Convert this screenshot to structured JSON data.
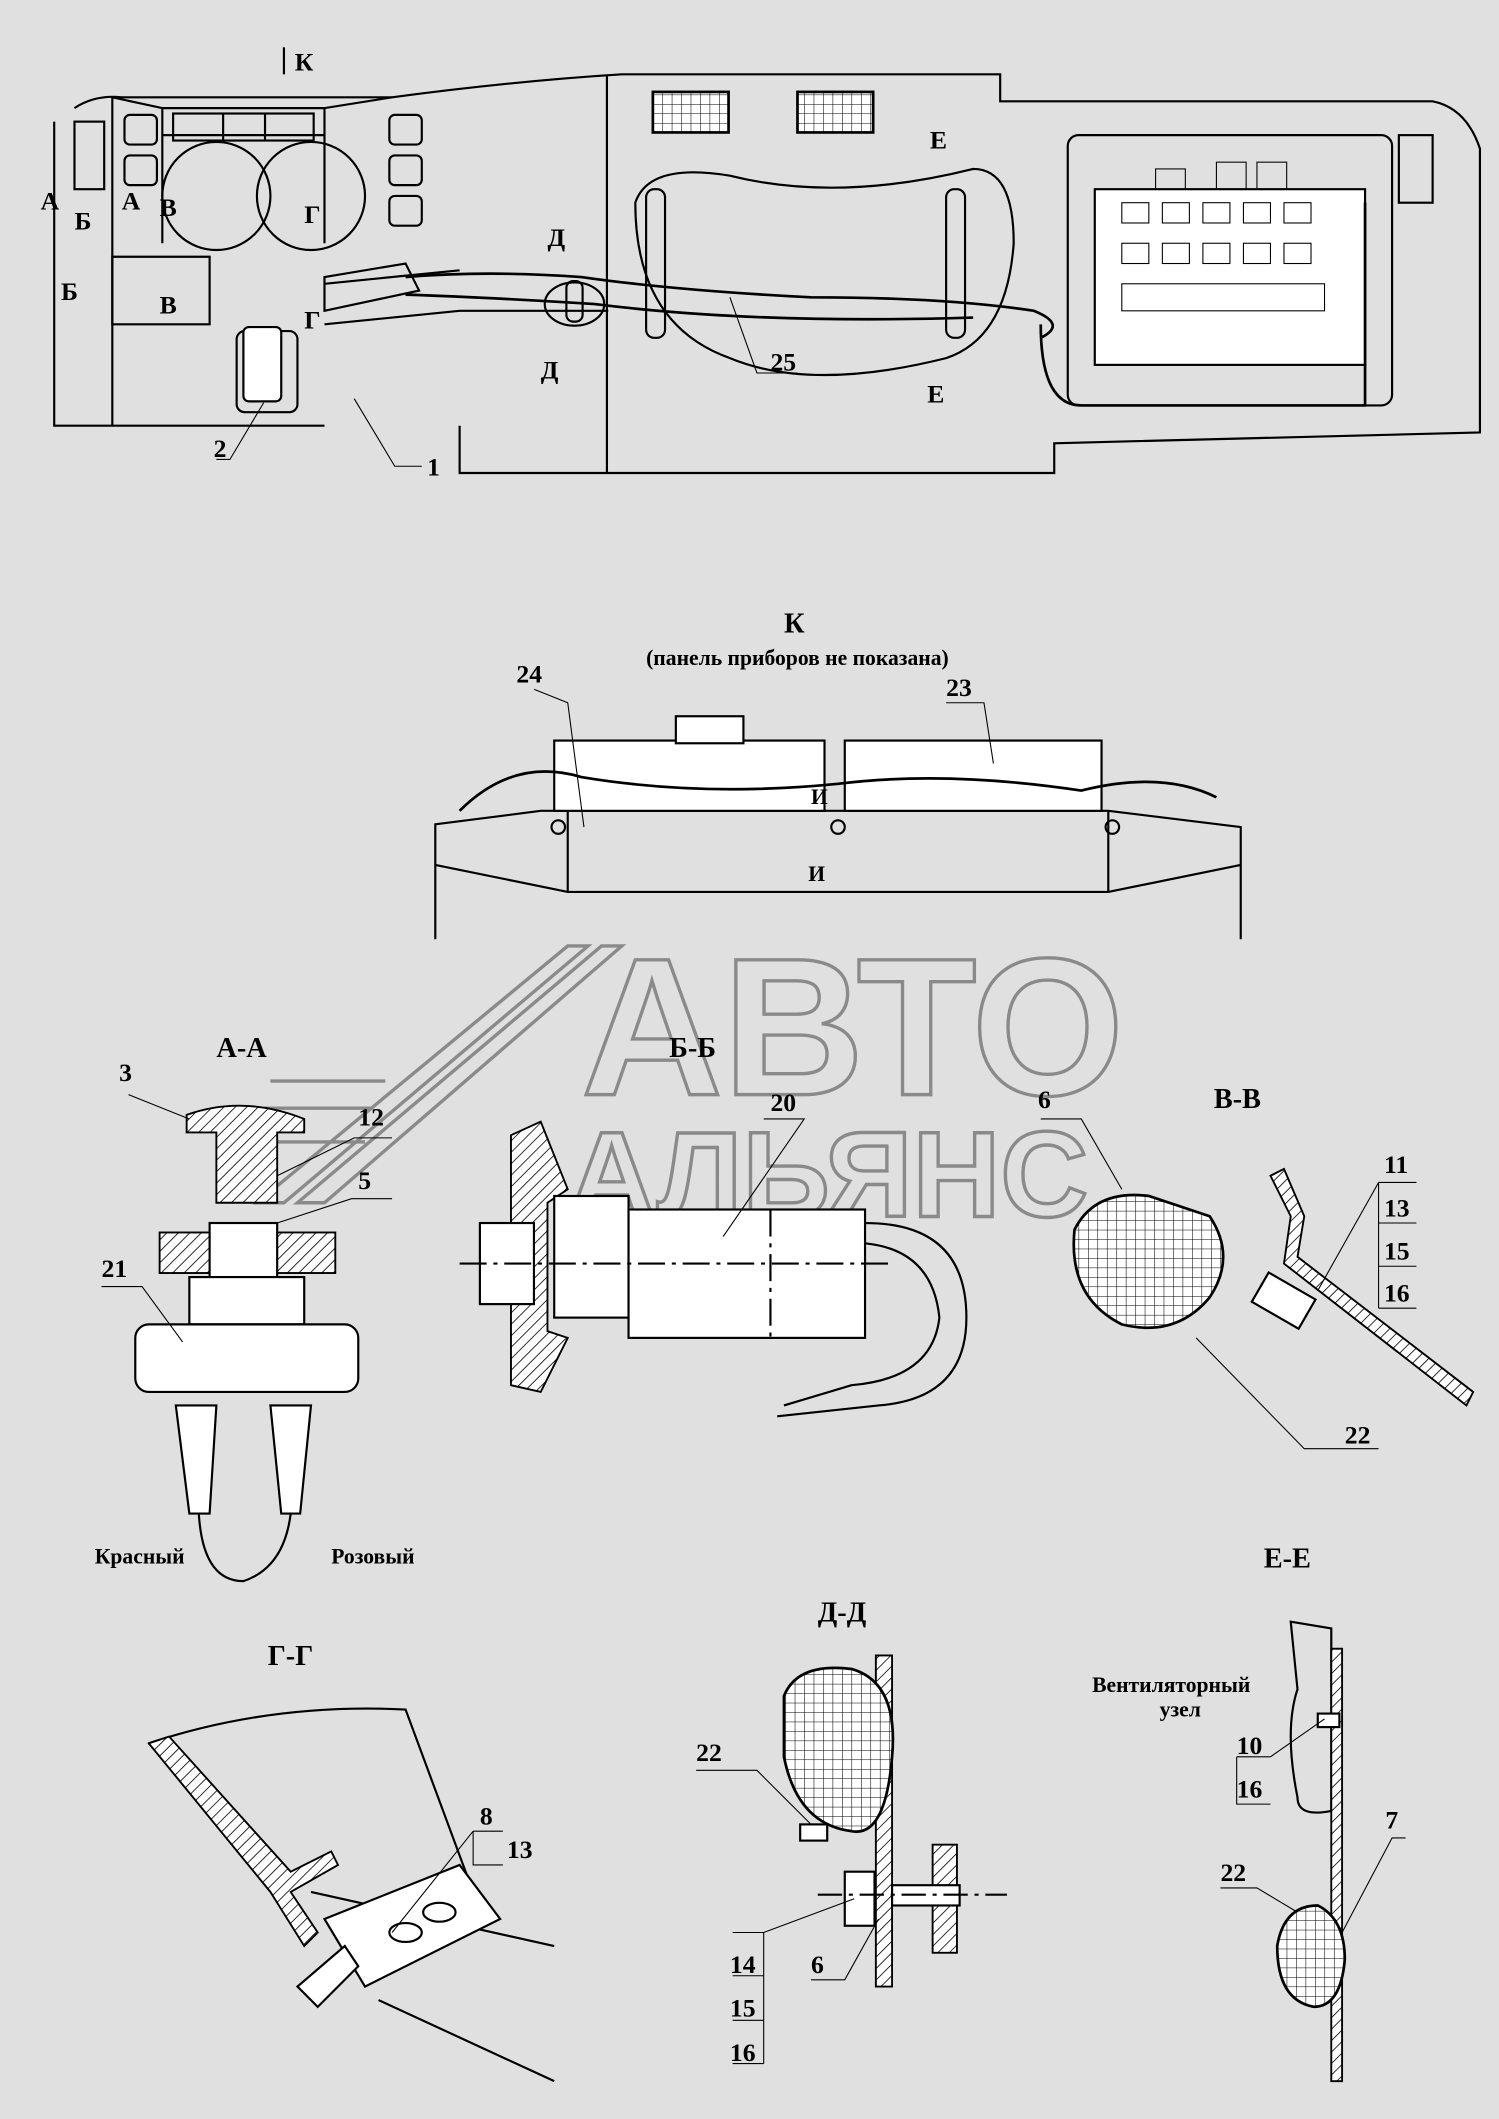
{
  "watermark": {
    "line1": "АВТО",
    "line2": "АЛЬЯНС"
  },
  "main_view": {
    "view_arrow": "К",
    "section_marks": [
      "А",
      "А",
      "Б",
      "Б",
      "В",
      "В",
      "Г",
      "Г",
      "Д",
      "Д",
      "Е",
      "Е"
    ],
    "callouts": [
      "2",
      "1",
      "25"
    ]
  },
  "view_k": {
    "title": "К",
    "subtitle": "(панель приборов не показана)",
    "callouts": [
      "24",
      "23"
    ],
    "section_marks": [
      "И",
      "И"
    ]
  },
  "section_aa": {
    "title": "А-А",
    "callouts": [
      "3",
      "12",
      "5",
      "21"
    ],
    "wire_left": "Красный",
    "wire_right": "Розовый"
  },
  "section_bb": {
    "title": "Б-Б",
    "callouts": [
      "20"
    ]
  },
  "section_vv": {
    "title": "В-В",
    "callouts": [
      "6",
      "22"
    ],
    "stack": [
      "11",
      "13",
      "15",
      "16"
    ]
  },
  "section_gg": {
    "title": "Г-Г",
    "stack": [
      "8",
      "13"
    ]
  },
  "section_dd": {
    "title": "Д-Д",
    "callouts": [
      "22"
    ],
    "stack": [
      "14",
      "15",
      "16"
    ],
    "callout_6": "6"
  },
  "section_ee": {
    "title": "Е-Е",
    "note_line1": "Вентиляторный",
    "note_line2": "узел",
    "stack": [
      "10",
      "16"
    ],
    "callouts": [
      "22",
      "7"
    ]
  }
}
